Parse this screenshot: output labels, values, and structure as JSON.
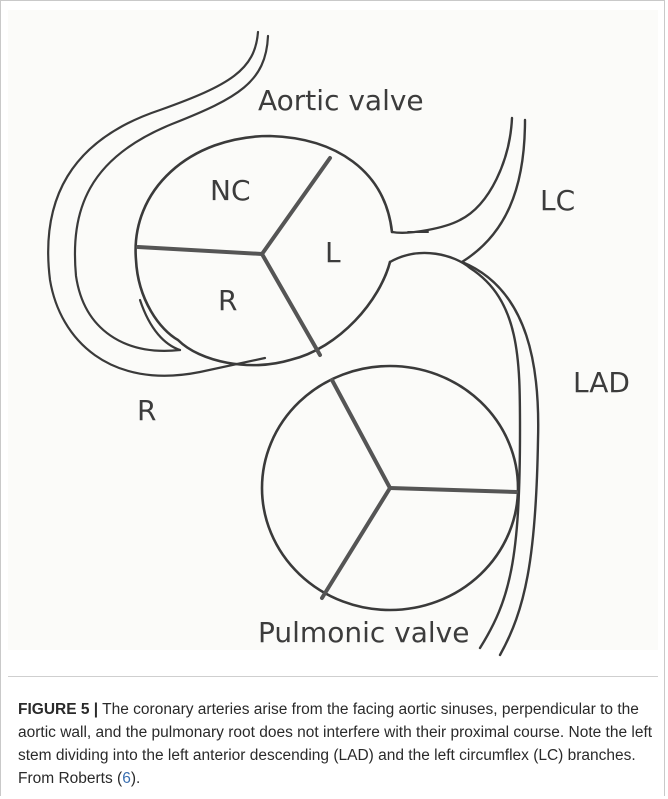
{
  "diagram": {
    "labels": {
      "aortic_valve": "Aortic valve",
      "nc": "NC",
      "l": "L",
      "r_cusp": "R",
      "lc": "LC",
      "lad": "LAD",
      "r_artery": "R",
      "pulmonic_valve": "Pulmonic valve"
    }
  },
  "caption": {
    "figure_label": "FIGURE 5 |",
    "text_main": " The coronary arteries arise from the facing aortic sinuses, perpendicular to the aortic wall, and the pulmonary root does not interfere with their proximal course. Note the left stem dividing into the left anterior descending (LAD) and the left circumflex (LC) branches. From Roberts (",
    "ref_number": "6",
    "text_end": ")."
  }
}
